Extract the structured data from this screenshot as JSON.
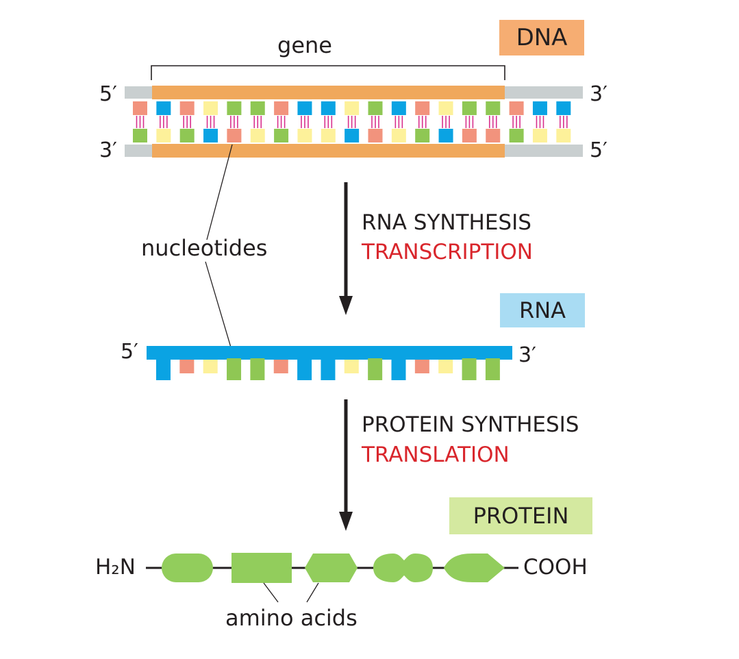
{
  "colors": {
    "backbone": "#f0a85c",
    "flank": "#c9cfd0",
    "blue": "#0aa3e3",
    "green": "#8fc754",
    "pink": "#f2937d",
    "yellow": "#fdf19a",
    "hbond": "#d82f8c",
    "rna": "#0aa3e3",
    "amino": "#92cd5c",
    "dna_tag": "#f6ad72",
    "rna_tag": "#a9dcf3",
    "protein_tag": "#d4e9a0",
    "text": "#231f20",
    "red_text": "#d9262c"
  },
  "dna": {
    "tag": "DNA",
    "gene_label": "gene",
    "top_left_end": "5′",
    "top_right_end": "3′",
    "bottom_left_end": "3′",
    "bottom_right_end": "5′",
    "top_bases": [
      "pink",
      "blue",
      "pink",
      "yellow",
      "green",
      "green",
      "pink",
      "blue",
      "blue",
      "yellow",
      "green",
      "blue",
      "pink",
      "yellow",
      "green",
      "green",
      "pink",
      "blue",
      "blue"
    ],
    "bottom_bases": [
      "green",
      "yellow",
      "green",
      "blue",
      "pink",
      "yellow",
      "green",
      "yellow",
      "yellow",
      "blue",
      "pink",
      "yellow",
      "green",
      "blue",
      "pink",
      "pink",
      "green",
      "yellow",
      "yellow"
    ]
  },
  "nucleotides_label": "nucleotides",
  "step1": {
    "title": "RNA SYNTHESIS",
    "subtitle": "TRANSCRIPTION"
  },
  "rna": {
    "tag": "RNA",
    "left_end": "5′",
    "right_end": "3′",
    "bases": [
      "blue",
      "pink",
      "yellow",
      "green",
      "green",
      "pink",
      "blue",
      "blue",
      "yellow",
      "green",
      "blue",
      "pink",
      "yellow",
      "green",
      "green"
    ]
  },
  "step2": {
    "title": "PROTEIN SYNTHESIS",
    "subtitle": "TRANSLATION"
  },
  "protein": {
    "tag": "PROTEIN",
    "n_terminus": "H₂N",
    "c_terminus": "COOH",
    "amino_label": "amino acids",
    "residue_shapes": [
      "rounded",
      "rect",
      "hexagon",
      "peanut",
      "lemon"
    ]
  }
}
